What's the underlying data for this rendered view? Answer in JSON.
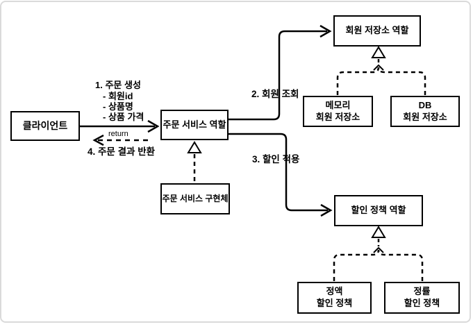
{
  "diagram": {
    "nodes": {
      "client": {
        "label": "클라이언트"
      },
      "order_service_role": {
        "label": "주문 서비스 역할"
      },
      "order_service_impl": {
        "label": "주문 서비스 구현체"
      },
      "member_repo_role": {
        "label": "회원 저장소 역할"
      },
      "memory_member_repo": {
        "line1": "메모리",
        "line2": "회원 저장소"
      },
      "db_member_repo": {
        "line1": "DB",
        "line2": "회원 저장소"
      },
      "discount_policy_role": {
        "label": "할인 정책 역할"
      },
      "fixed_discount_policy": {
        "line1": "정액",
        "line2": "할인 정책"
      },
      "rate_discount_policy": {
        "line1": "정률",
        "line2": "할인 정책"
      }
    },
    "labels": {
      "step1_title": "1. 주문 생성",
      "step1_item1": "- 회원id",
      "step1_item2": "- 상품명",
      "step1_item3": "- 상품 가격",
      "step2": "2. 회원 조회",
      "step3": "3. 할인 적용",
      "step4": "4. 주문 결과 반환",
      "return_label": "return"
    },
    "colors": {
      "stroke": "#000000",
      "node_fill": "#ffffff",
      "background": "#ffffff",
      "frame_border": "#dadada"
    }
  }
}
